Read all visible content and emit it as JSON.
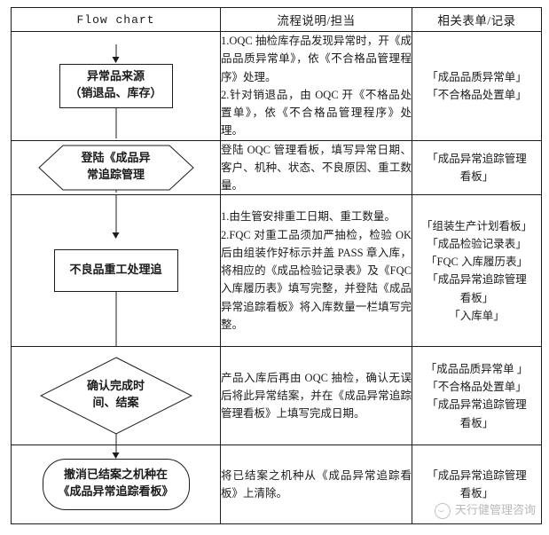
{
  "header": {
    "col_flow": "Flow    chart",
    "col_desc": "流程说明/担当",
    "col_record": "相关表单/记录"
  },
  "rows": [
    {
      "shape": "rect",
      "node_lines": [
        "异常品来源",
        "（销退品、库存）"
      ],
      "description": [
        "1.OQC 抽检库存品发现异常时，开《成品品质异常单》，依《不合格品管理程序》处理。",
        "2.针对销退品，由 OQC 开《不格品处置单》，依《不合格品管理程序》处理。"
      ],
      "records": [
        "「成品品质异常单」",
        "「不合格品处置单」"
      ]
    },
    {
      "shape": "hexagon",
      "node_lines": [
        "登陆《成品异",
        "常追踪管理"
      ],
      "description": [
        "登陆 OQC 管理看板，填写异常日期、客户、机种、状态、不良原因、重工数量。"
      ],
      "records": [
        "「成品异常追踪管理",
        "看板」"
      ]
    },
    {
      "shape": "process",
      "node_lines": [
        "不良品重工处理追"
      ],
      "description": [
        "1.由生管安排重工日期、重工数量。",
        "2.FQC 对重工品须加严抽检，检验 OK 后由组装作好标示并盖 PASS 章入库，将相应的《成品检验记录表》及《FQC 入库履历表》填写完整，并登陆《成品异常追踪看板》将入库数量一栏填写完整。"
      ],
      "records": [
        "「组装生产计划看板」",
        "「成品检验记录表」",
        "「FQC 入库履历表」",
        "「成品异常追踪管理",
        "看板」",
        "「入库单」"
      ]
    },
    {
      "shape": "diamond",
      "node_lines": [
        "确认完成时",
        "间、结案"
      ],
      "description": [
        "产品入库后再由 OQC 抽检，确认无误后将此异常结案，并在《成品异常追踪管理看板》上填写完成日期。"
      ],
      "records": [
        "「成品品质异常单 」",
        "「不合格品处置单」",
        "「成品异常追踪管理",
        "看板」"
      ]
    },
    {
      "shape": "stadium",
      "node_lines": [
        "撤消已结案之机种在",
        "《成品异常追踪看板》"
      ],
      "description": [
        "将已结案之机种从《成品异常追踪看板》上清除。"
      ],
      "records": [
        "「成品异常追踪管理",
        "看板」"
      ]
    }
  ],
  "watermark": {
    "logo": "circle-smile-icon",
    "text": "天行健管理咨询"
  },
  "colors": {
    "border": "#1c1c1c",
    "text": "#1a1a1a",
    "watermark": "#b9b9b9",
    "background": "#ffffff"
  }
}
